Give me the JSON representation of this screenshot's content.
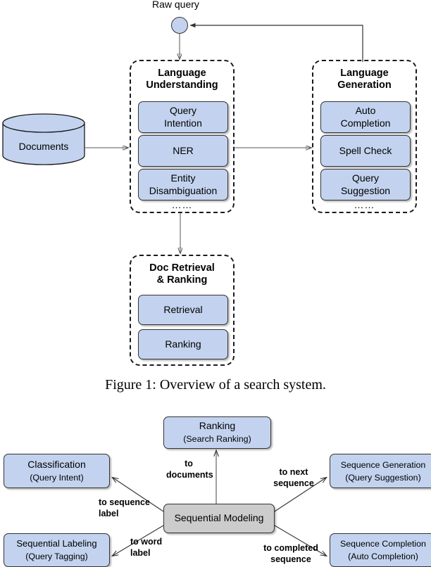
{
  "figure1": {
    "caption": "Figure 1: Overview of a search system.",
    "input_label": "Raw query",
    "datastore": {
      "label": "Documents"
    },
    "groups": [
      {
        "id": "language-understanding",
        "title": "Language\nUnderstanding",
        "title_line1": "Language",
        "title_line2": "Understanding",
        "items": [
          {
            "line1": "Query",
            "line2": "Intention"
          },
          {
            "line1": "NER",
            "line2": ""
          },
          {
            "line1": "Entity",
            "line2": "Disambiguation"
          }
        ],
        "ellipsis": "……"
      },
      {
        "id": "language-generation",
        "title_line1": "Language",
        "title_line2": "Generation",
        "items": [
          {
            "line1": "Auto",
            "line2": "Completion"
          },
          {
            "line1": "Spell Check",
            "line2": ""
          },
          {
            "line1": "Query",
            "line2": "Suggestion"
          }
        ],
        "ellipsis": "……"
      },
      {
        "id": "doc-retrieval-ranking",
        "title_line1": "Doc Retrieval",
        "title_line2": "& Ranking",
        "items": [
          {
            "line1": "Retrieval",
            "line2": ""
          },
          {
            "line1": "Ranking",
            "line2": ""
          }
        ],
        "ellipsis": ""
      }
    ]
  },
  "figure2": {
    "center": {
      "label": "Sequential Modeling"
    },
    "nodes": [
      {
        "id": "ranking",
        "line1": "Ranking",
        "line2": "(Search Ranking)"
      },
      {
        "id": "classification",
        "line1": "Classification",
        "line2": "(Query Intent)"
      },
      {
        "id": "sequential-labeling",
        "line1": "Sequential Labeling",
        "line2": "(Query Tagging)"
      },
      {
        "id": "sequence-generation",
        "line1": "Sequence Generation",
        "line2": "(Query Suggestion)"
      },
      {
        "id": "sequence-completion",
        "line1": "Sequence Completion",
        "line2": "(Auto Completion)"
      }
    ],
    "edges": [
      {
        "id": "to-documents",
        "line1": "to",
        "line2": "documents"
      },
      {
        "id": "to-sequence-label",
        "line1": "to sequence",
        "line2": "label"
      },
      {
        "id": "to-word-label",
        "line1": "to word",
        "line2": "label"
      },
      {
        "id": "to-next-sequence",
        "line1": "to next",
        "line2": "sequence"
      },
      {
        "id": "to-completed-sequence",
        "line1": "to completed",
        "line2": "sequence"
      }
    ]
  },
  "colors": {
    "node_fill": "#c3d3ef",
    "center_fill": "#cccccc",
    "stroke": "#333333",
    "dashed_stroke": "#1a1a1a",
    "arrow": "#555555",
    "background": "#ffffff"
  }
}
